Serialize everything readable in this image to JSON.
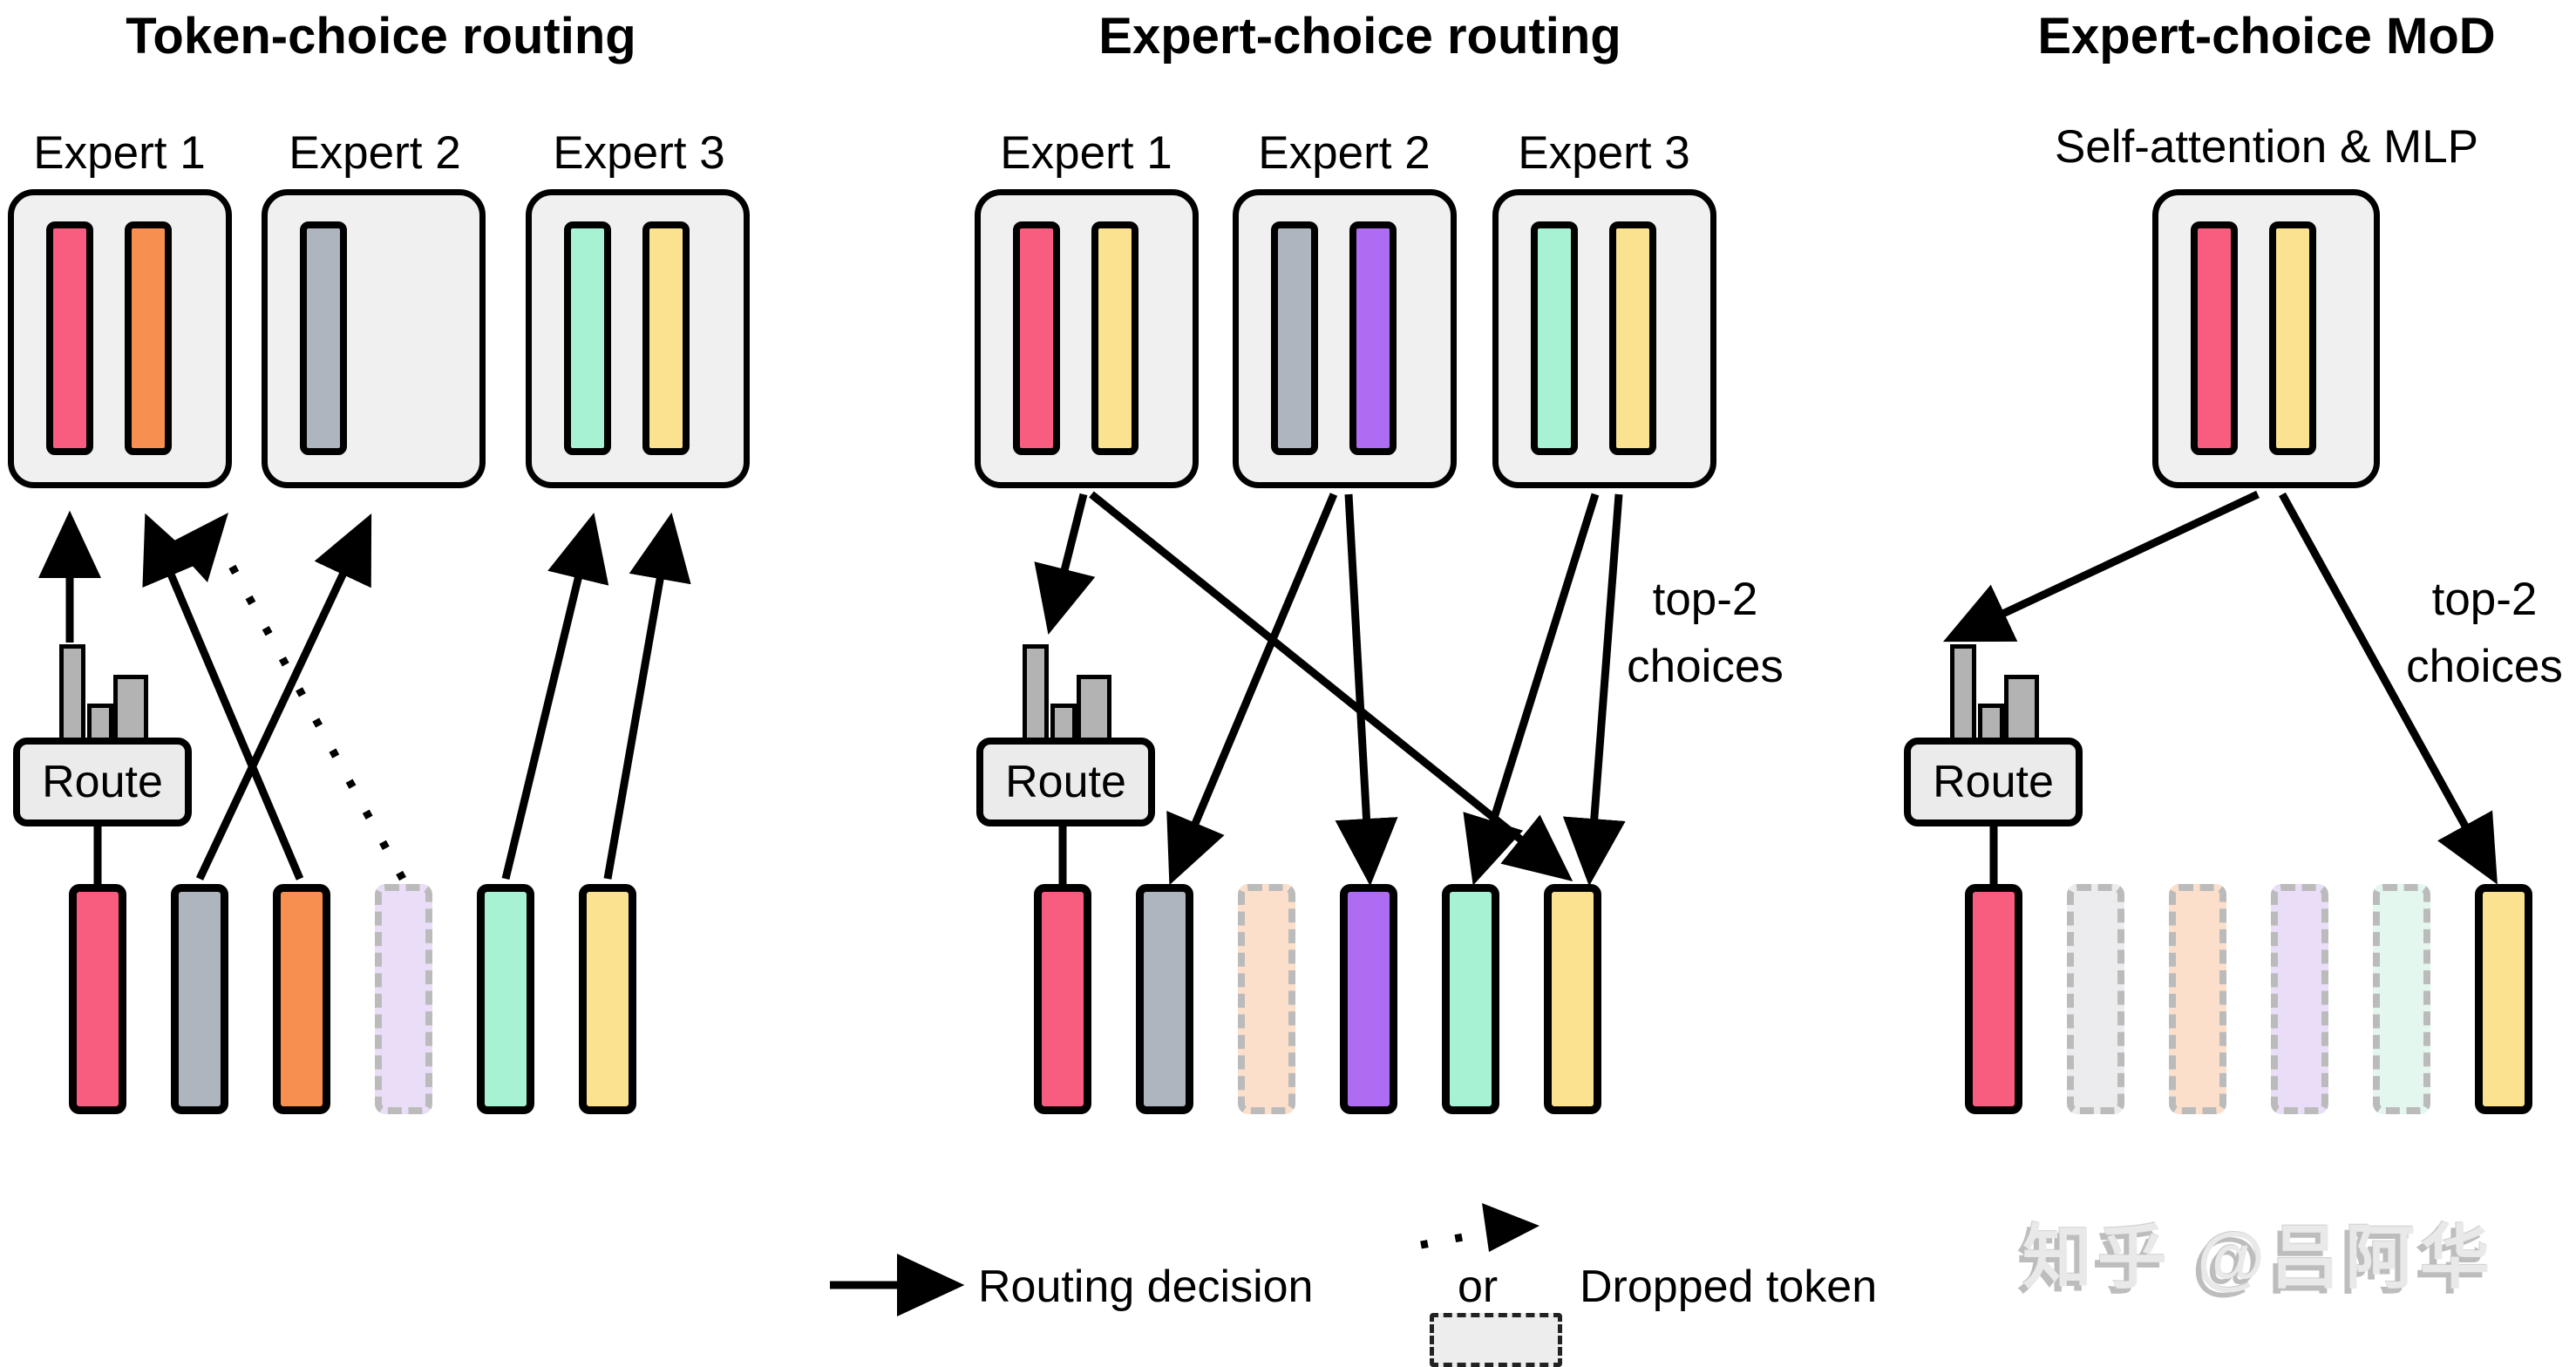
{
  "figure": {
    "panels": [
      {
        "title": "Token-choice routing",
        "experts": [
          {
            "label": "Expert 1",
            "tokens": [
              "pink",
              "orange"
            ]
          },
          {
            "label": "Expert 2",
            "tokens": [
              "gray"
            ]
          },
          {
            "label": "Expert 3",
            "tokens": [
              "mint",
              "yellow"
            ]
          }
        ],
        "route_label": "Route",
        "bottom_tokens": [
          {
            "color": "pink",
            "dropped": false
          },
          {
            "color": "gray",
            "dropped": false
          },
          {
            "color": "orange",
            "dropped": false
          },
          {
            "color": "lavender_faded",
            "dropped": true
          },
          {
            "color": "mint",
            "dropped": false
          },
          {
            "color": "yellow",
            "dropped": false
          }
        ],
        "arrows": [
          {
            "id": "p1-route-expert1",
            "desc": "route histogram to expert 1",
            "style": "solid"
          },
          {
            "id": "p1-orange-expert1",
            "desc": "orange token to expert 1",
            "style": "solid"
          },
          {
            "id": "p1-gray-expert2",
            "desc": "gray token to expert 2",
            "style": "solid"
          },
          {
            "id": "p1-dropped-expert2",
            "desc": "dropped token toward expert 2",
            "style": "dotted"
          },
          {
            "id": "p1-mint-expert3",
            "desc": "mint token to expert 3",
            "style": "solid"
          },
          {
            "id": "p1-yellow-expert3",
            "desc": "yellow token to expert 3",
            "style": "solid"
          }
        ]
      },
      {
        "title": "Expert-choice routing",
        "experts": [
          {
            "label": "Expert 1",
            "tokens": [
              "pink",
              "yellow"
            ]
          },
          {
            "label": "Expert 2",
            "tokens": [
              "gray",
              "purple"
            ]
          },
          {
            "label": "Expert 3",
            "tokens": [
              "mint",
              "yellow"
            ]
          }
        ],
        "route_label": "Route",
        "side_note": {
          "line1": "top-2",
          "line2": "choices"
        },
        "bottom_tokens": [
          {
            "color": "pink",
            "dropped": false
          },
          {
            "color": "gray",
            "dropped": false
          },
          {
            "color": "peach_faded",
            "dropped": true
          },
          {
            "color": "purple",
            "dropped": false
          },
          {
            "color": "mint",
            "dropped": false
          },
          {
            "color": "yellow",
            "dropped": false
          }
        ],
        "arrows": [
          {
            "id": "p2-expert1-route",
            "desc": "expert 1 to route histogram",
            "style": "solid"
          },
          {
            "id": "p2-expert1-yellow",
            "desc": "expert 1 to yellow token",
            "style": "solid"
          },
          {
            "id": "p2-expert2-gray",
            "desc": "expert 2 to gray token",
            "style": "solid"
          },
          {
            "id": "p2-expert2-purple",
            "desc": "expert 2 to purple token",
            "style": "solid"
          },
          {
            "id": "p2-expert3-mint",
            "desc": "expert 3 to mint token",
            "style": "solid"
          },
          {
            "id": "p2-expert3-yellow",
            "desc": "expert 3 to yellow token",
            "style": "solid"
          }
        ]
      },
      {
        "title": "Expert-choice MoD",
        "block_label": "Self-attention & MLP",
        "experts": [
          {
            "label": "",
            "tokens": [
              "pink",
              "yellow"
            ]
          }
        ],
        "route_label": "Route",
        "side_note": {
          "line1": "top-2",
          "line2": "choices"
        },
        "bottom_tokens": [
          {
            "color": "pink",
            "dropped": false
          },
          {
            "color": "gray_faded",
            "dropped": true
          },
          {
            "color": "peach_faded",
            "dropped": true
          },
          {
            "color": "lavender_faded",
            "dropped": true
          },
          {
            "color": "mint_faded",
            "dropped": true
          },
          {
            "color": "yellow",
            "dropped": false
          }
        ],
        "arrows": [
          {
            "id": "p3-block-route",
            "desc": "block to route histogram",
            "style": "solid"
          },
          {
            "id": "p3-block-yellow",
            "desc": "block to yellow token",
            "style": "solid"
          }
        ]
      }
    ],
    "legend": {
      "routing_label": "Routing decision",
      "or_label": "or",
      "dropped_label": "Dropped token"
    },
    "watermark": "知乎 @吕阿华",
    "palette": {
      "pink": "#F85C7F",
      "orange": "#F78F50",
      "gray": "#AEB5BF",
      "mint": "#A6F2D2",
      "yellow": "#FBE290",
      "purple": "#AD6CF2",
      "lavender_faded": "#E9DDF8",
      "peach_faded": "#FBDFCB",
      "gray_faded": "#ECECEE",
      "mint_faded": "#E3F7EE",
      "outline": "#000000",
      "box_fill": "#F0F0F0",
      "route_fill": "#EBEBEB",
      "hist_bar": "#B3B3B3",
      "dashed_border": "#BBBBBB",
      "watermark_gray": "#BDBDBD"
    }
  }
}
